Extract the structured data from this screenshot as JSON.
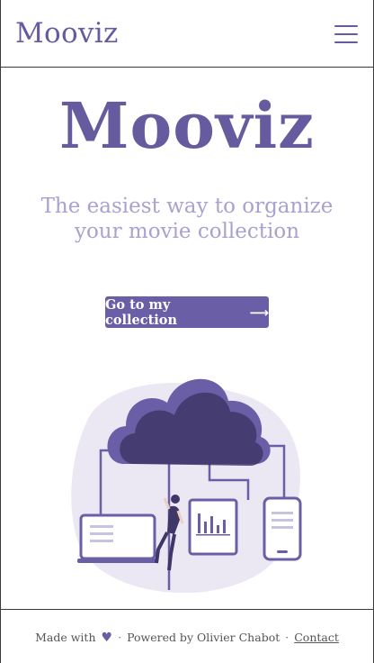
{
  "navbar": {
    "brand": "Mooviz",
    "menu_icon": "hamburger-menu-icon"
  },
  "hero": {
    "title": "Mooviz",
    "subtitle": "The easiest way to organize your movie collection",
    "cta_label": "Go to my collection",
    "cta_icon": "arrow-right-icon"
  },
  "illustration": {
    "icon": "cloud-devices-illustration"
  },
  "footer": {
    "made_with": "Made with",
    "heart_icon": "heart-icon",
    "separator": "·",
    "powered_by": "Powered by Olivier Chabot",
    "contact": "Contact"
  },
  "colors": {
    "primary": "#6a5fa6",
    "subtitle": "#a9a1cf",
    "blob": "#ebe8f4",
    "border": "#3b3b3b"
  }
}
